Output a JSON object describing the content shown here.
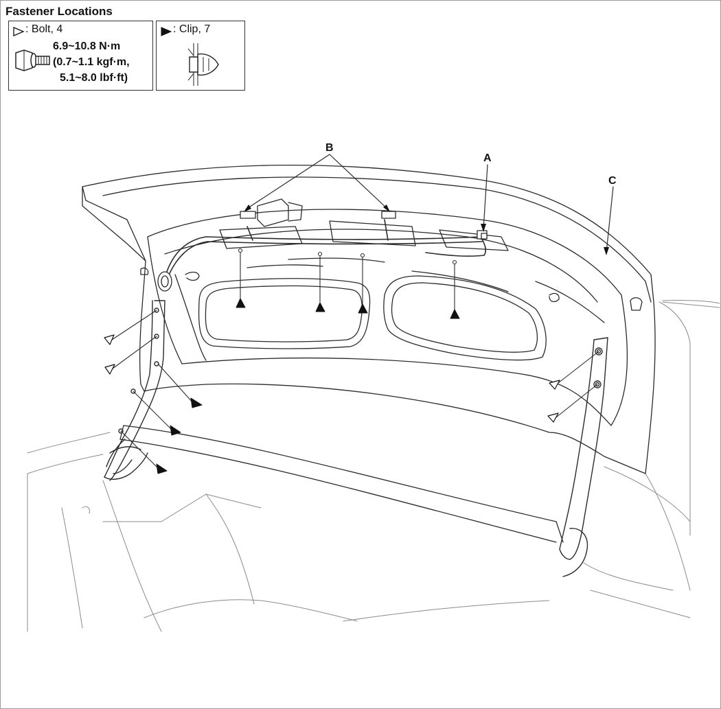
{
  "header": {
    "title": "Fastener Locations"
  },
  "legend": {
    "bolt": {
      "label": ": Bolt, 4",
      "torque_line1": "6.9~10.8 N·m",
      "torque_line2": "(0.7~1.1 kgf·m,",
      "torque_line3": "5.1~8.0 lbf·ft)"
    },
    "clip": {
      "label": ": Clip, 7"
    }
  },
  "callouts": {
    "a": "A",
    "b": "B",
    "c": "C"
  },
  "colors": {
    "line": "#2a2a2a",
    "light_line": "#8a8a8a"
  }
}
